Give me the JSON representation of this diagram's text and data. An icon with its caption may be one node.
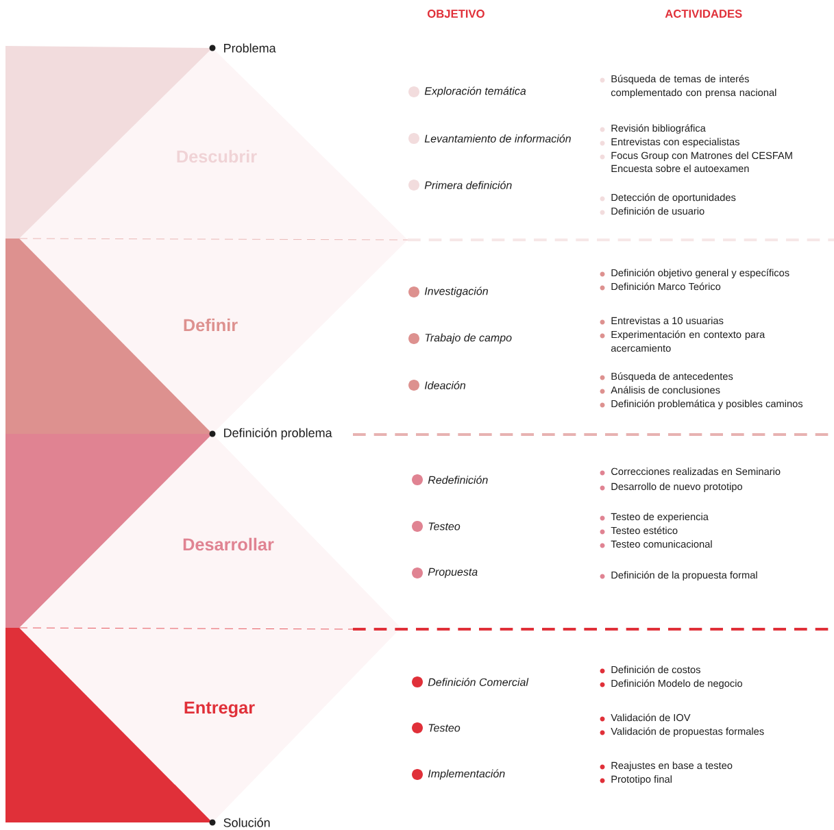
{
  "diagram": {
    "nodes": [
      {
        "text": [
          "Problema"
        ]
      },
      {
        "text": [
          "Descubrir"
        ]
      },
      {
        "text": [
          "Definir"
        ]
      },
      {
        "text": [
          "Definición problema"
        ]
      },
      {
        "text": [
          "Desarrollar"
        ]
      },
      {
        "text": [
          "Entregar"
        ]
      },
      {
        "text": [
          "Solución"
        ]
      }
    ],
    "labels": [
      "OBJETIVO",
      "ACTIVIDADES",
      "Exploración temática",
      "Búsqueda de temas de interés complementado con prensa nacional",
      "Levantamiento de información",
      "Revisión bibliográfica",
      "Entrevistas con especialistas",
      "Focus Group con Matrones del CESFAM",
      "Encuesta sobre el autoexamen",
      "Primera definición",
      "Detección de oportunidades",
      "Definición de usuario",
      "Investigación",
      "Definición objetivo general y específicos",
      "Definición Marco Teórico",
      "Trabajo de campo",
      "Entrevistas a 10 usuarias",
      "Experimentación en contexto para acercamiento",
      "Ideación",
      "Búsqueda de antecedentes",
      "Análisis de conclusiones",
      "Definición problemática y posibles caminos",
      "Redefinición",
      "Correcciones realizadas en Seminario",
      "Desarrollo de nuevo prototipo",
      "Testeo",
      "Testeo de experiencia",
      "Testeo estético",
      "Testeo comunicacional",
      "Propuesta",
      "Definición de la propuesta formal",
      "Definición Comercial",
      "Definición de costos",
      "Definición Modelo de negocio",
      "Testeo",
      "Validación de IOV",
      "Validación de propuestas formales",
      "Implementación",
      "Reajustes en base a testeo",
      "Prototipo final"
    ]
  }
}
